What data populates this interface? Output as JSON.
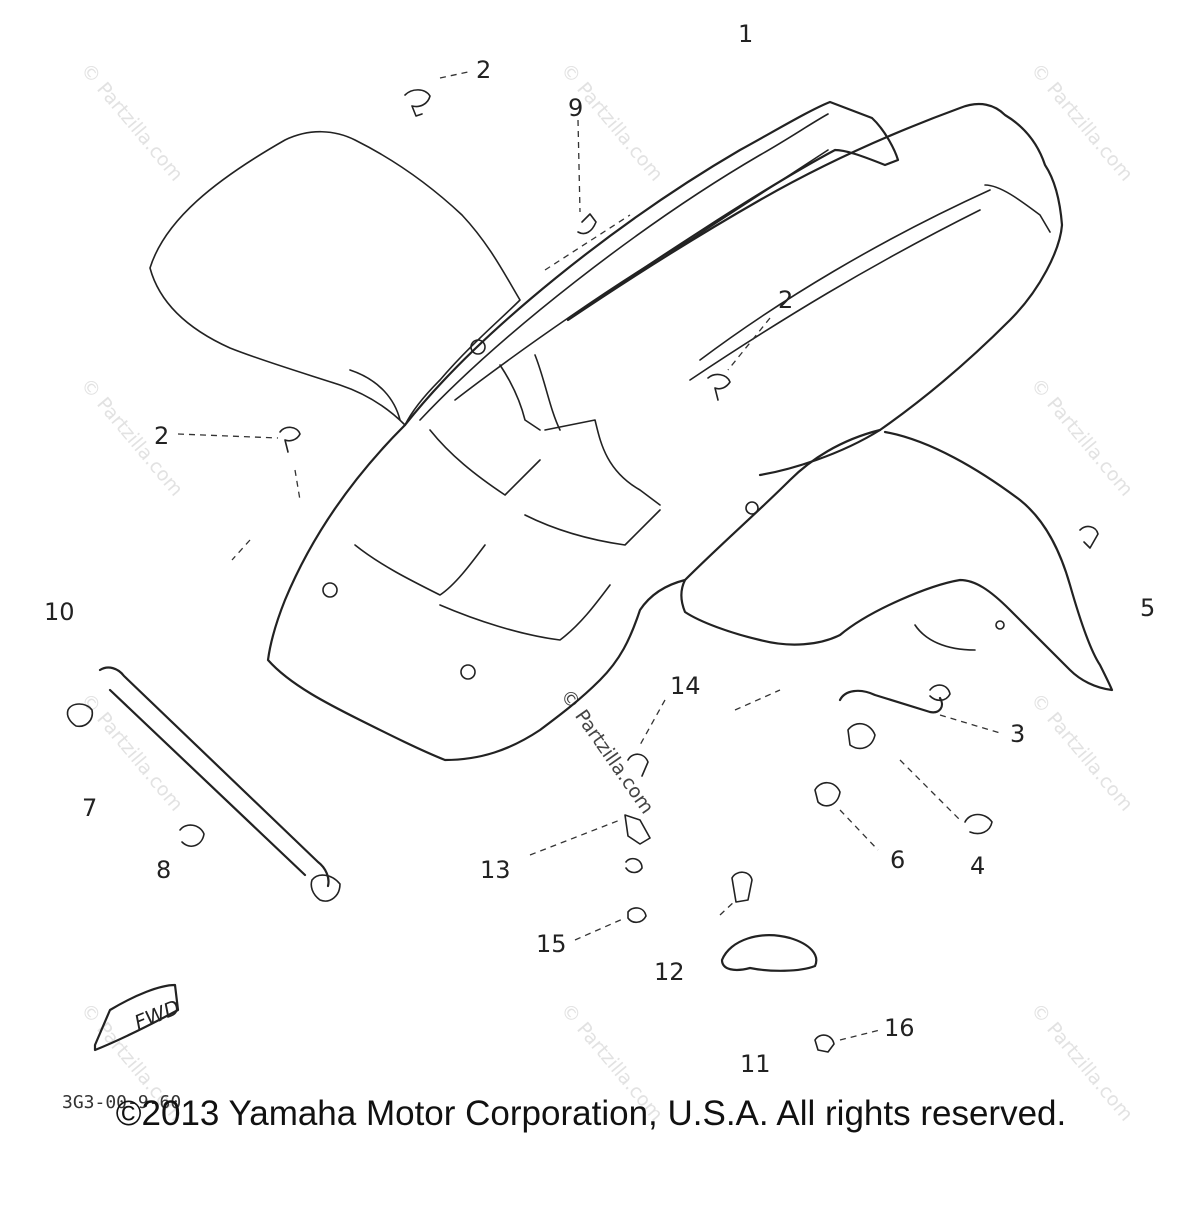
{
  "diagram": {
    "part_labels": [
      "1",
      "2",
      "9",
      "2",
      "2",
      "5",
      "10",
      "14",
      "3",
      "7",
      "8",
      "13",
      "6",
      "4",
      "15",
      "12",
      "11",
      "16"
    ],
    "fwd_label": "FWD",
    "catalog_code": "3G3-00-9-60",
    "watermark_text": "© Partzilla.com",
    "copyright": "©2013 Yamaha Motor Corporation, U.S.A. All rights reserved."
  },
  "colors": {
    "ink": "#222222",
    "watermark": "#e2e2e2",
    "background": "#ffffff"
  }
}
